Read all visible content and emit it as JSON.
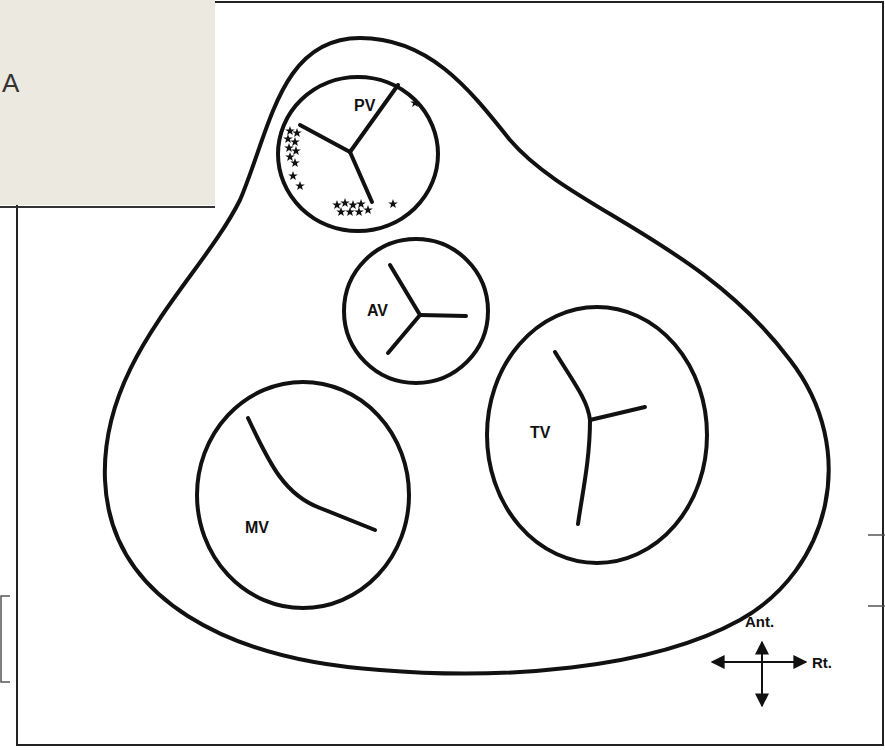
{
  "diagram": {
    "nodes": [
      {
        "text": [
          "PV"
        ]
      },
      {
        "text": [
          "AV"
        ]
      },
      {
        "text": [
          "MV"
        ]
      },
      {
        "text": [
          "TV"
        ]
      }
    ],
    "labels": [
      "A",
      "Ant.",
      "Rt."
    ]
  }
}
